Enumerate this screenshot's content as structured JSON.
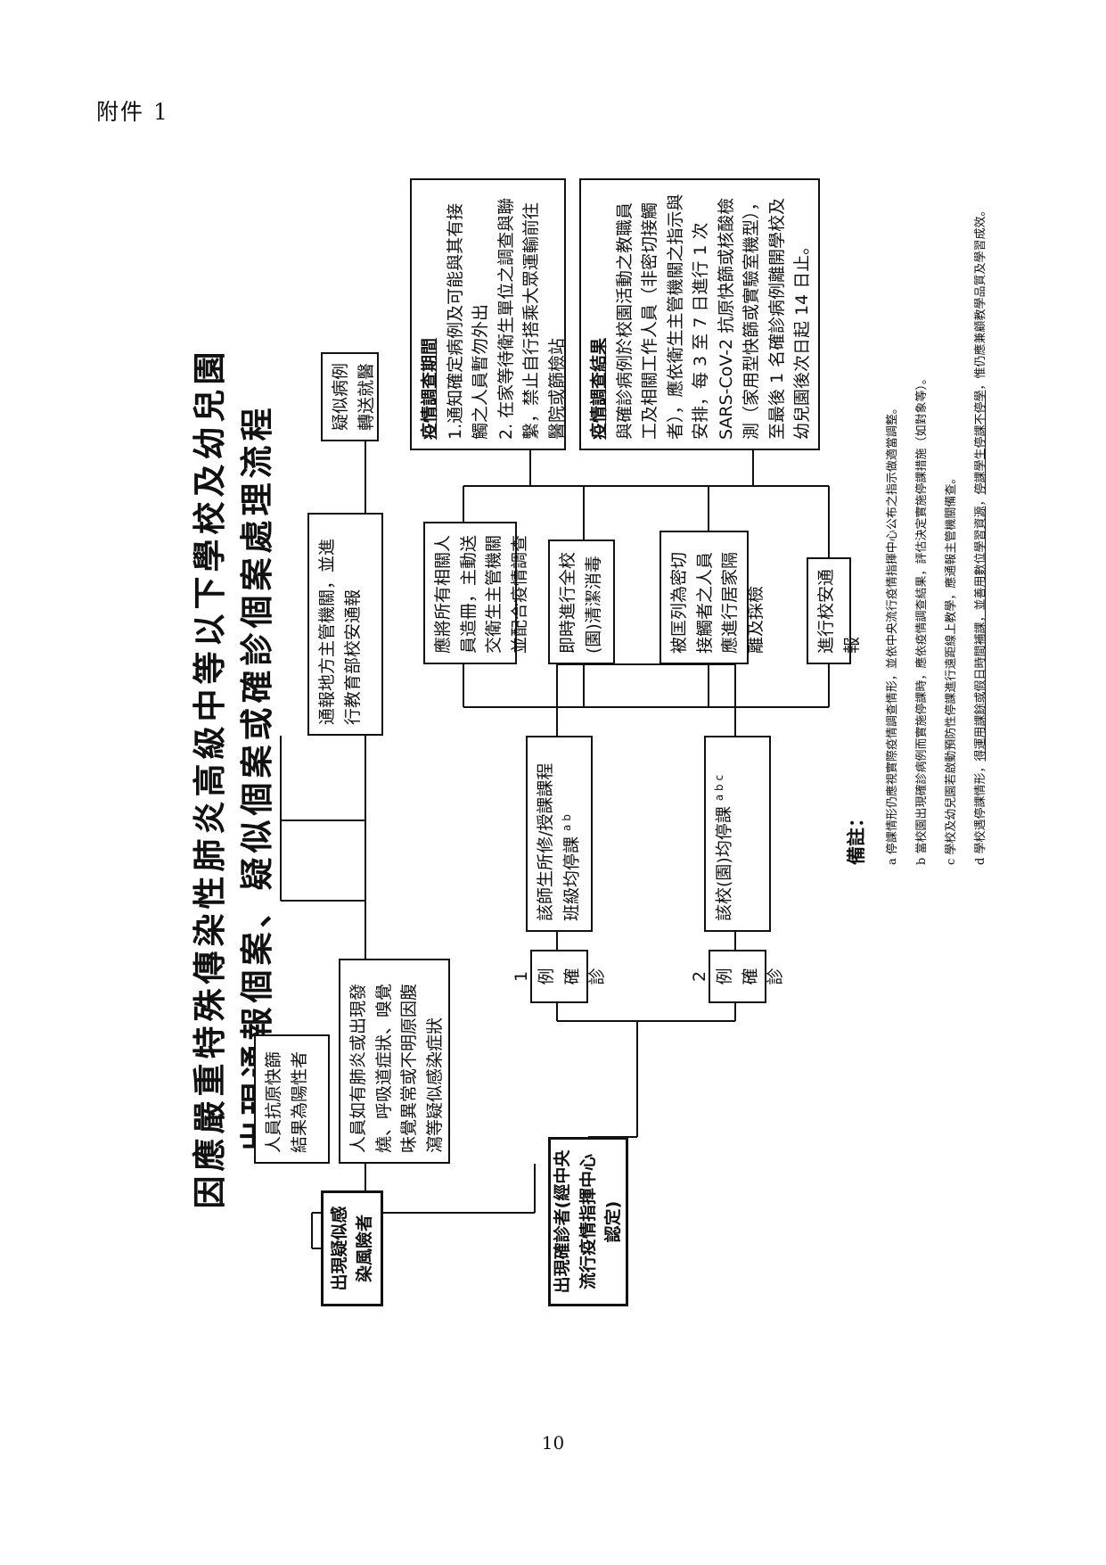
{
  "header": {
    "label": "附件 1"
  },
  "footer": {
    "page_number": "10"
  },
  "title": {
    "line1": "因應嚴重特殊傳染性肺炎高級中等以下學校及幼兒園",
    "line2": "出現通報個案、疑似個案或確診個案處理流程"
  },
  "boxes": {
    "suspected_risk": "出現疑似感染風險者",
    "confirmed_case": "出現確診者(經中央流行疫情指揮中心認定)",
    "rapid_test_positive": "人員抗原快篩結果為陽性者",
    "symptoms": "人員如有肺炎或出現發燒、呼吸道症狀、嗅覺味覺異常或不明原因腹瀉等疑似感染症狀",
    "report_authority": "通報地方主管機關，並進行教育部校安通報",
    "suspected_to_hospital": "疑似病例轉送就醫",
    "one_case": "1 例確診",
    "two_cases": "2 例確診",
    "class_suspended": "該師生所修/授課課程班級均停課",
    "class_suspended_note": "a b",
    "school_suspended": "該校(園)均停課",
    "school_suspended_note": "a b c",
    "contact_list": "應將所有相關人員造冊，主動送交衛生主管機關並配合疫情調查",
    "disinfection": "即時進行全校(園)清潔消毒",
    "close_contacts": "被匡列為密切接觸者之人員應進行居家隔離及採檢",
    "campus_report": "進行校安通報",
    "investigation_period_heading": "疫情調查期間",
    "investigation_period_item1": "1.通知確定病例及可能與其有接觸之人員暫勿外出",
    "investigation_period_item2": "2. 在家等待衛生單位之調查與聯繫，禁止自行搭乘大眾運輸前往醫院或篩檢站",
    "investigation_result_heading": "疫情調查結果",
    "investigation_result_body": "與確診病例於校園活動之教職員工及相關工作人員（非密切接觸者），應依衛生主管機關之指示與安排，每 3 至 7 日進行 1 次 SARS-CoV-2 抗原快篩或核酸檢測（家用型快篩或實驗室機型），至最後 1 名確診病例離開學校及幼兒園後次日起 14 日止。"
  },
  "notes": {
    "label": "備註：",
    "a": "a 停課情形仍應視實際疫情調查情形，並依中央流行疫情指揮中心公布之指示做適當調整。",
    "b": "b 當校園出現確診病例而實施停課時，應依疫情調查結果，評估決定實施停課措施（如對象等）。",
    "c": "c 學校及幼兒園若啟動預防性停課進行遠距線上教學，應通報主管機關備查。",
    "d_prefix": "d 學校遇停課情形，",
    "d_underline1": "得運用課餘或假日時間補課，並善用數位學習資源",
    "d_middle": "，",
    "d_underline2": "停課學生停課不停學",
    "d_suffix": "，惟仍應兼顧教學品質及學習成效。"
  }
}
